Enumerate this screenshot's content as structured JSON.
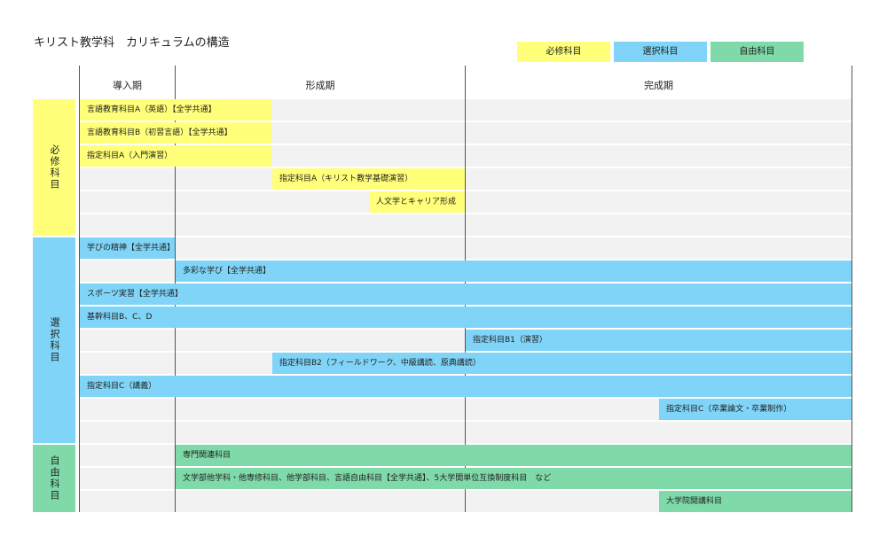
{
  "title": "キリスト教学科　カリキュラムの構造",
  "legend": [
    {
      "label": "必修科目",
      "color": "#ffff7a"
    },
    {
      "label": "選択科目",
      "color": "#7fd4f7"
    },
    {
      "label": "自由科目",
      "color": "#7fd9a8"
    }
  ],
  "periods": [
    "導入期",
    "形成期",
    "完成期"
  ],
  "categories": [
    "必修科目",
    "選択科目",
    "自由科目"
  ],
  "courses": [
    {
      "label": "言語教育科目A（英語）【全学共通】"
    },
    {
      "label": "言語教育科目B（初習言語）【全学共通】"
    },
    {
      "label": "指定科目A（入門演習）"
    },
    {
      "label": "指定科目A（キリスト教学基礎演習）"
    },
    {
      "label": "人文学とキャリア形成"
    },
    {
      "label": "学びの精神【全学共通】"
    },
    {
      "label": "多彩な学び【全学共通】"
    },
    {
      "label": "スポーツ実習【全学共通】"
    },
    {
      "label": "基幹科目B、C、D"
    },
    {
      "label": "指定科目B1（演習）"
    },
    {
      "label": "指定科目B2（フィールドワーク、中級講読、原典講読）"
    },
    {
      "label": "指定科目C（講義）"
    },
    {
      "label": "指定科目C（卒業論文・卒業制作）"
    },
    {
      "label": "専門関連科目"
    },
    {
      "label": "文学部他学科・他専修科目、他学部科目、言語自由科目【全学共通】、5大学間単位互換制度科目　など"
    },
    {
      "label": "大学院開講科目"
    }
  ]
}
